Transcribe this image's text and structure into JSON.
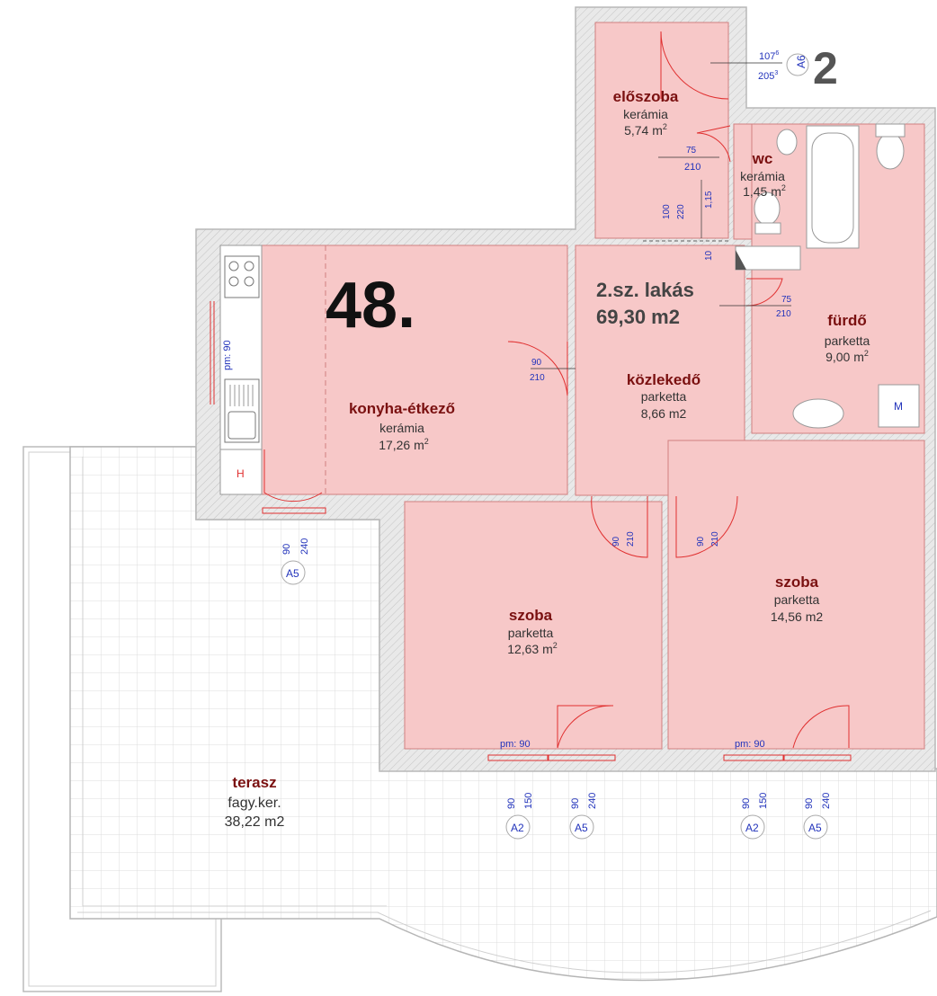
{
  "colors": {
    "room_fill": "#f7c8c8",
    "wall": "#e6e6e6",
    "wall_hatch": "#bdbdbd",
    "terrace_grid": "#d9d9d9",
    "door_red": "#e03030",
    "room_name": "#7a1010",
    "dim_blue": "#2233bb"
  },
  "plan": {
    "flat_number": "48.",
    "apartment_title": "2.sz. lakás",
    "apartment_area": "69,30 m2",
    "building_mark": "2",
    "a6_top": "107",
    "a6_top_sup": "6",
    "a6_bottom": "205",
    "a6_bottom_sup": "3",
    "a6_tag": "A6"
  },
  "rooms": {
    "eloszoba": {
      "name": "előszoba",
      "floor": "kerámia",
      "area": "5,74 m",
      "sup": "2"
    },
    "wc": {
      "name": "wc",
      "floor": "kerámia",
      "area": "1,45 m",
      "sup": "2"
    },
    "furdo": {
      "name": "fürdő",
      "floor": "parketta",
      "area": "9,00 m",
      "sup": "2"
    },
    "konyha": {
      "name": "konyha-étkező",
      "floor": "kerámia",
      "area": "17,26 m",
      "sup": "2"
    },
    "kozlekedo": {
      "name": "közlekedő",
      "floor": "parketta",
      "area": "8,66 m2"
    },
    "szoba_left": {
      "name": "szoba",
      "floor": "parketta",
      "area": "12,63 m",
      "sup": "2"
    },
    "szoba_right": {
      "name": "szoba",
      "floor": "parketta",
      "area": "14,56 m2"
    },
    "terasz": {
      "name": "terasz",
      "floor": "fagy.ker.",
      "area": "38,22 m2"
    }
  },
  "labels": {
    "pm_kitchen": "pm: 90",
    "pm_room_left": "pm: 90",
    "pm_room_right": "pm: 90",
    "fixture_h": "H",
    "fixture_m": "M"
  },
  "dims": {
    "wc_door_w": "75",
    "wc_door_h": "210",
    "hall_v1": "100",
    "hall_v2": "220",
    "hall_v3": "1,15",
    "hall_v4": "10",
    "bath_door_w": "75",
    "bath_door_h": "210",
    "kitchen_door_w": "90",
    "kitchen_door_h": "210",
    "room_l_door_w": "90",
    "room_l_door_h": "210",
    "room_r_door_w": "90",
    "room_r_door_h": "210",
    "terrace_door_w": "90",
    "terrace_door_h": "240",
    "terrace_door_tag": "A5",
    "win_l_w": "90",
    "win_l_h": "150",
    "win_l_tag": "A2",
    "bdoor_l_w": "90",
    "bdoor_l_h": "240",
    "bdoor_l_tag": "A5",
    "win_r_w": "90",
    "win_r_h": "150",
    "win_r_tag": "A2",
    "bdoor_r_w": "90",
    "bdoor_r_h": "240",
    "bdoor_r_tag": "A5"
  }
}
